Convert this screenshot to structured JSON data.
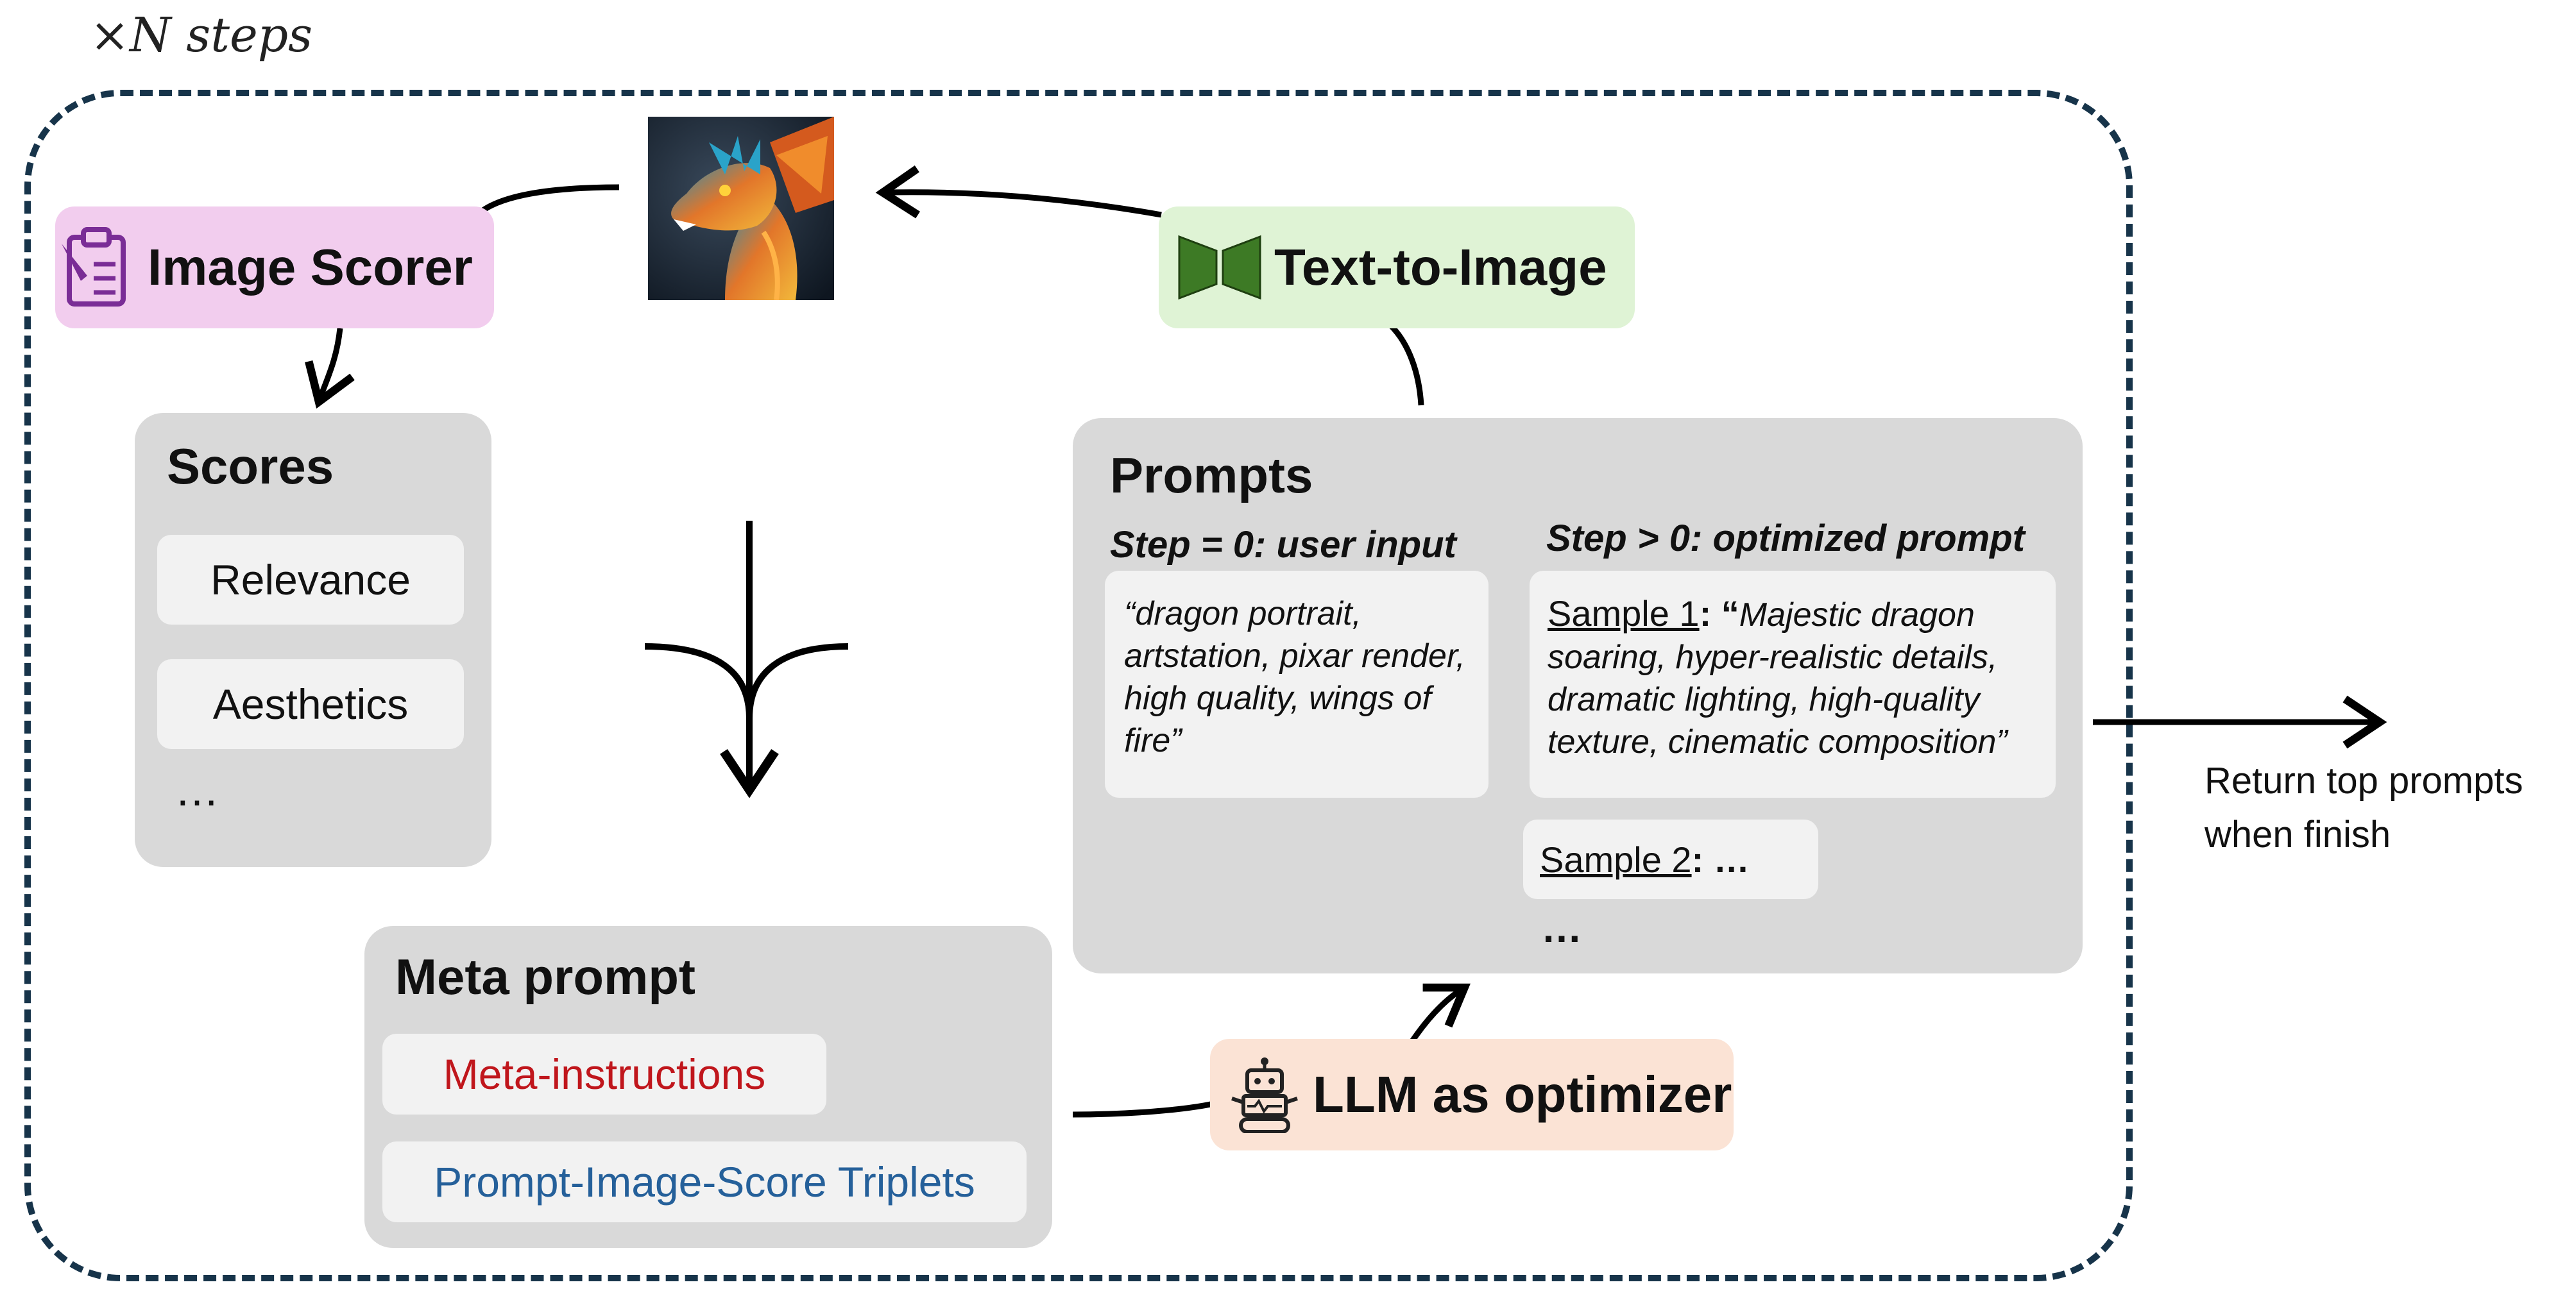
{
  "steps_label": "×N steps",
  "image_scorer": {
    "label": "Image Scorer",
    "icon": "clipboard-icon",
    "color": "#f2cdee"
  },
  "text_to_image": {
    "label": "Text-to-Image",
    "icon": "bowtie-icon",
    "color": "#dff3d5"
  },
  "llm_optimizer": {
    "label": "LLM as optimizer",
    "icon": "robot-icon",
    "color": "#fbe3d5"
  },
  "scores": {
    "title": "Scores",
    "items": [
      "Relevance",
      "Aesthetics"
    ],
    "ellipsis": "…"
  },
  "meta_prompt": {
    "title": "Meta prompt",
    "instructions": "Meta-instructions",
    "triplets": "Prompt-Image-Score Triplets",
    "instructions_color": "#c0161c",
    "triplets_color": "#25609a"
  },
  "prompts": {
    "title": "Prompts",
    "step0_heading": "Step = 0: user input",
    "step0_text": "“dragon portrait, artstation, pixar render, high quality, wings of fire”",
    "stepn_heading": "Step > 0: optimized prompt",
    "sample1_label": "Sample 1",
    "sample1_colon": ": “",
    "sample1_text": "Majestic dragon soaring, hyper-realistic details, dramatic lighting, high-quality texture, cinematic composition”",
    "sample2_label": "Sample 2",
    "sample2_rest": ": …",
    "ellipsis": "…"
  },
  "output": {
    "line1": "Return top prompts",
    "line2": "when finish"
  },
  "colors": {
    "frame": "#17344a",
    "panel": "#d9d9d9",
    "chip": "#f2f2f2"
  }
}
